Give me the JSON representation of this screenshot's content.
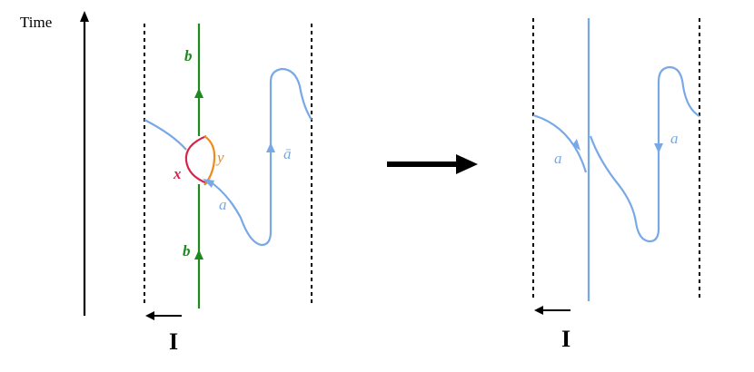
{
  "time_label": "Time",
  "colors": {
    "blue": "#78a9e6",
    "green": "#1e8a1e",
    "red": "#d8244a",
    "orange": "#f08a1c",
    "black": "#000000"
  },
  "left_panel": {
    "upper_b": "b",
    "lower_b": "b",
    "x": "x",
    "y": "y",
    "a": "a",
    "a_bar": "ā",
    "symbol": "I"
  },
  "right_panel": {
    "a_left": "a",
    "a_right": "a",
    "symbol": "I"
  }
}
